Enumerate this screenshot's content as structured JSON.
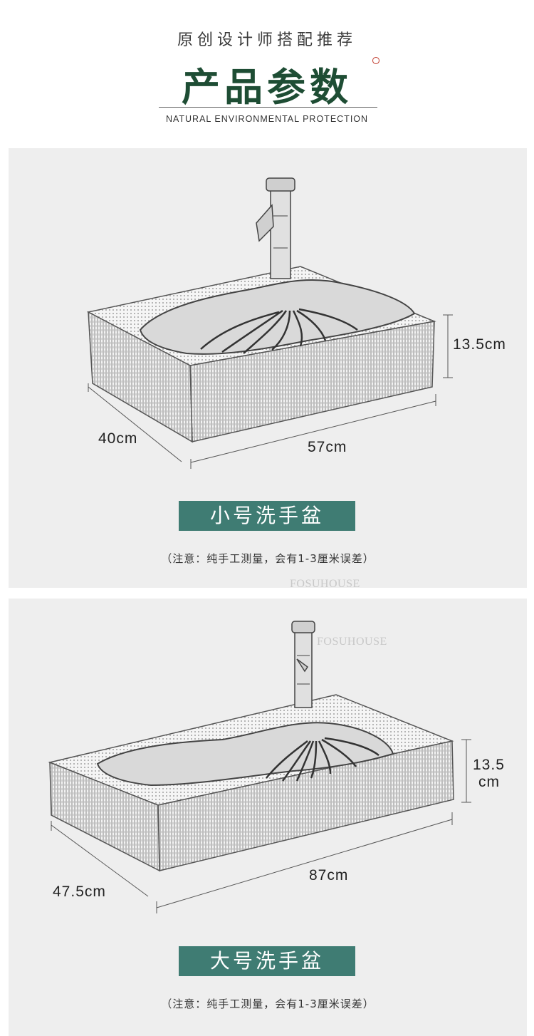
{
  "header": {
    "subtitle": "原创设计师搭配推荐",
    "title": "产品参数",
    "english_subtitle": "NATURAL ENVIRONMENTAL PROTECTION"
  },
  "products": [
    {
      "label": "小号洗手盆",
      "height": "13.5cm",
      "depth": "40cm",
      "width": "57cm",
      "note": "（注意：纯手工测量，会有1-3厘米误差）",
      "watermark": "FOSUHOUSE"
    },
    {
      "label": "大号洗手盆",
      "height_value": "13.5",
      "height_unit": "cm",
      "depth": "47.5cm",
      "width": "87cm",
      "note": "（注意：纯手工测量，会有1-3厘米误差）",
      "watermark": "FOSUHOUSE"
    }
  ],
  "colors": {
    "title_green": "#1e4d34",
    "label_teal": "#3f7c73",
    "panel_bg": "#eeeeee"
  }
}
